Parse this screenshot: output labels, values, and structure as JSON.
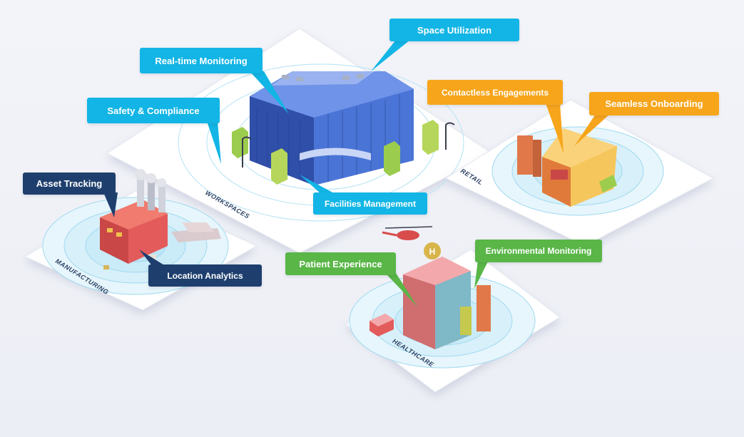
{
  "colors": {
    "workspaces_callout": "#12b5e5",
    "manufacturing_callout": "#1e3f6e",
    "retail_callout": "#f7a51b",
    "healthcare_callout": "#59b647",
    "platform": "#ffffff",
    "ring": "#bfe7f5"
  },
  "zones": {
    "workspaces": {
      "label": "WORKSPACES",
      "callouts": {
        "space_utilization": "Space Utilization",
        "realtime_monitoring": "Real-time Monitoring",
        "safety_compliance": "Safety & Compliance",
        "facilities_management": "Facilities Management"
      }
    },
    "manufacturing": {
      "label": "MANUFACTURING",
      "callouts": {
        "asset_tracking": "Asset Tracking",
        "location_analytics": "Location Analytics"
      }
    },
    "retail": {
      "label": "RETAIL",
      "callouts": {
        "contactless_engagements": "Contactless Engagements",
        "seamless_onboarding": "Seamless Onboarding"
      }
    },
    "healthcare": {
      "label": "HEALTHCARE",
      "callouts": {
        "patient_experience": "Patient Experience",
        "environmental_monitoring": "Environmental Monitoring"
      }
    }
  },
  "icons": {
    "office": "office-building-icon",
    "factory": "factory-icon",
    "store": "store-icon",
    "hospital": "hospital-icon",
    "helicopter": "helicopter-icon",
    "ambulance": "ambulance-icon"
  }
}
